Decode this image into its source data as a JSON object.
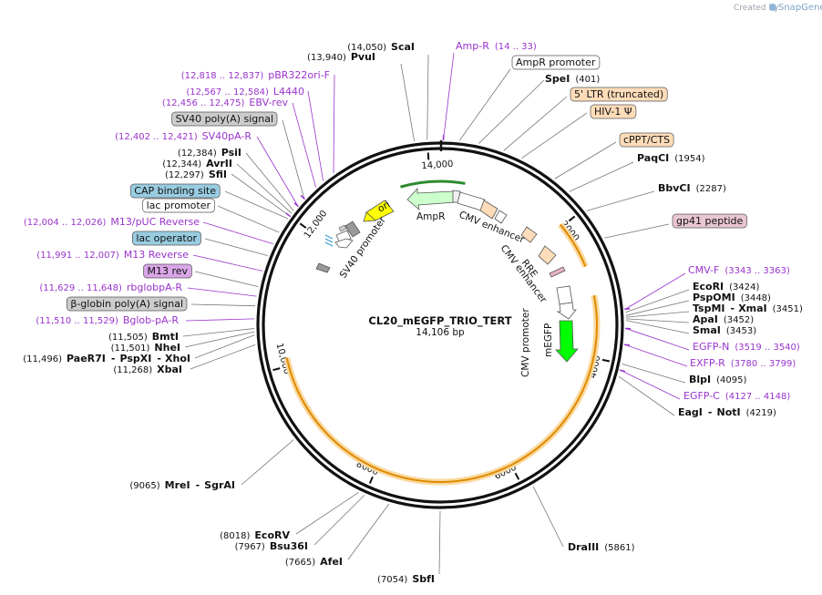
{
  "credit": {
    "text": "Created by",
    "brand": "SnapGene"
  },
  "plasmid": {
    "name": "CL20_mEGFP_TRIO_TERT",
    "size_label": "14,106 bp"
  },
  "ticks": [
    {
      "label": "14,000",
      "angle": 356
    },
    {
      "label": "2000",
      "angle": 51
    },
    {
      "label": "4000",
      "angle": 102
    },
    {
      "label": "6000",
      "angle": 153
    },
    {
      "label": "8000",
      "angle": 204
    },
    {
      "label": "10,000",
      "angle": 255
    },
    {
      "label": "12,000",
      "angle": 306
    }
  ],
  "colors": {
    "primer": "#9933cc",
    "ampr_arrow": "#ccffcc",
    "ori": "#ffff00",
    "egfp": "#00ff00",
    "ltr": "#ffdcb9",
    "orf_highlight": "#f5a623",
    "seq_line": "#33aa33"
  },
  "features": [
    {
      "label": "ori",
      "name": "ori-feature"
    },
    {
      "label": "AmpR",
      "name": "ampr-feature"
    },
    {
      "label": "CMV enhancer",
      "name": "cmv-enhancer-1"
    },
    {
      "label": "RRE",
      "name": "rre-feature"
    },
    {
      "label": "CMV enhancer",
      "name": "cmv-enhancer-2"
    },
    {
      "label": "CMV promoter",
      "name": "cmv-promoter"
    },
    {
      "label": "mEGFP",
      "name": "megfp-feature"
    },
    {
      "label": "SV40 promoter",
      "name": "sv40-promoter"
    }
  ],
  "labels": [
    {
      "name": "scai-site",
      "pos": "(14,050)",
      "enzyme": "ScaI"
    },
    {
      "name": "pvui-site",
      "pos": "(13,940)",
      "enzyme": "PvuI"
    },
    {
      "name": "ampr-primer",
      "primer": "Amp-R",
      "pos": "(14 .. 33)"
    },
    {
      "name": "ampr-promoter-box",
      "box": "AmpR promoter"
    },
    {
      "name": "spei-site",
      "enzyme": "SpeI",
      "pos": "(401)"
    },
    {
      "name": "ltr-box",
      "box": "5' LTR (truncated)"
    },
    {
      "name": "hiv-psi-box",
      "box": "HIV-1 Ψ"
    },
    {
      "name": "cppt-box",
      "box": "cPPT/CTS"
    },
    {
      "name": "paqci-site",
      "enzyme": "PaqCI",
      "pos": "(1954)"
    },
    {
      "name": "bbvci-site",
      "enzyme": "BbvCI",
      "pos": "(2287)"
    },
    {
      "name": "gp41-box",
      "box": "gp41 peptide"
    },
    {
      "name": "cmv-f-primer",
      "primer": "CMV-F",
      "pos": "(3343 .. 3363)"
    },
    {
      "name": "ecori-site",
      "enzyme": "EcoRI",
      "pos": "(3424)"
    },
    {
      "name": "tspomi-site",
      "enzyme": "PspOMI",
      "pos": "(3448)"
    },
    {
      "name": "tspmi-site",
      "enzyme": "TspMI",
      "sep": "-",
      "enzyme2": "XmaI",
      "pos": "(3451)"
    },
    {
      "name": "apai-site",
      "enzyme": "ApaI",
      "pos": "(3452)"
    },
    {
      "name": "smai-site",
      "enzyme": "SmaI",
      "pos": "(3453)"
    },
    {
      "name": "egfp-n-primer",
      "primer": "EGFP-N",
      "pos": "(3519 .. 3540)"
    },
    {
      "name": "exfp-r-primer",
      "primer": "EXFP-R",
      "pos": "(3780 .. 3799)"
    },
    {
      "name": "blpi-site",
      "enzyme": "BlpI",
      "pos": "(4095)"
    },
    {
      "name": "egfp-c-primer",
      "primer": "EGFP-C",
      "pos": "(4127 .. 4148)"
    },
    {
      "name": "eagi-noti-site",
      "enzyme": "EagI",
      "sep": "-",
      "enzyme2": "NotI",
      "pos": "(4219)"
    },
    {
      "name": "draiii-site",
      "enzyme": "DraIII",
      "pos": "(5861)"
    },
    {
      "name": "sbfi-site",
      "pos": "(7054)",
      "enzyme": "SbfI"
    },
    {
      "name": "afei-site",
      "pos": "(7665)",
      "enzyme": "AfeI"
    },
    {
      "name": "bsu36i-site",
      "pos": "(7967)",
      "enzyme": "Bsu36I"
    },
    {
      "name": "ecorv-site",
      "pos": "(8018)",
      "enzyme": "EcoRV"
    },
    {
      "name": "mrei-sgrai-site",
      "pos": "(9065)",
      "enzyme": "MreI",
      "sep": "-",
      "enzyme2": "SgrAI"
    },
    {
      "name": "xbai-site",
      "pos": "(11,268)",
      "enzyme": "XbaI"
    },
    {
      "name": "pae-r7i-site",
      "pos": "(11,496)",
      "enzyme": "PaeR7I",
      "sep": "-",
      "enzyme2": "PspXI",
      "sep2": "-",
      "enzyme3": "XhoI"
    },
    {
      "name": "nhei-site",
      "pos": "(11,501)",
      "enzyme": "NheI"
    },
    {
      "name": "bmti-site",
      "pos": "(11,505)",
      "enzyme": "BmtI"
    },
    {
      "name": "bglob-pa-r-primer",
      "pos": "(11,510 .. 11,529)",
      "primer": "Bglob-pA-R"
    },
    {
      "name": "globin-polya-box",
      "box": "β-globin poly(A) signal"
    },
    {
      "name": "rbglobpa-r-primer",
      "pos": "(11,629 .. 11,648)",
      "primer": "rbglobpA-R"
    },
    {
      "name": "m13-rev-box",
      "box": "M13 rev"
    },
    {
      "name": "m13-reverse-primer",
      "pos": "(11,991 .. 12,007)",
      "primer": "M13 Reverse"
    },
    {
      "name": "lac-operator-box",
      "box": "lac operator"
    },
    {
      "name": "m13-puc-reverse-primer",
      "pos": "(12,004 .. 12,026)",
      "primer": "M13/pUC Reverse"
    },
    {
      "name": "lac-promoter-box",
      "box": "lac promoter"
    },
    {
      "name": "cap-binding-box",
      "box": "CAP binding site"
    },
    {
      "name": "sfii-site",
      "pos": "(12,297)",
      "enzyme": "SfiI"
    },
    {
      "name": "avrii-site",
      "pos": "(12,344)",
      "enzyme": "AvrII"
    },
    {
      "name": "psii-site",
      "pos": "(12,384)",
      "enzyme": "PsiI"
    },
    {
      "name": "sv40pa-r-primer",
      "pos": "(12,402 .. 12,421)",
      "primer": "SV40pA-R"
    },
    {
      "name": "sv40-polya-box",
      "box": "SV40 poly(A) signal"
    },
    {
      "name": "ebv-rev-primer",
      "pos": "(12,456 .. 12,475)",
      "primer": "EBV-rev"
    },
    {
      "name": "l4440-primer",
      "pos": "(12,567 .. 12,584)",
      "primer": "L4440"
    },
    {
      "name": "pbr322ori-f-primer",
      "pos": "(12,818 .. 12,837)",
      "primer": "pBR322ori-F"
    }
  ]
}
